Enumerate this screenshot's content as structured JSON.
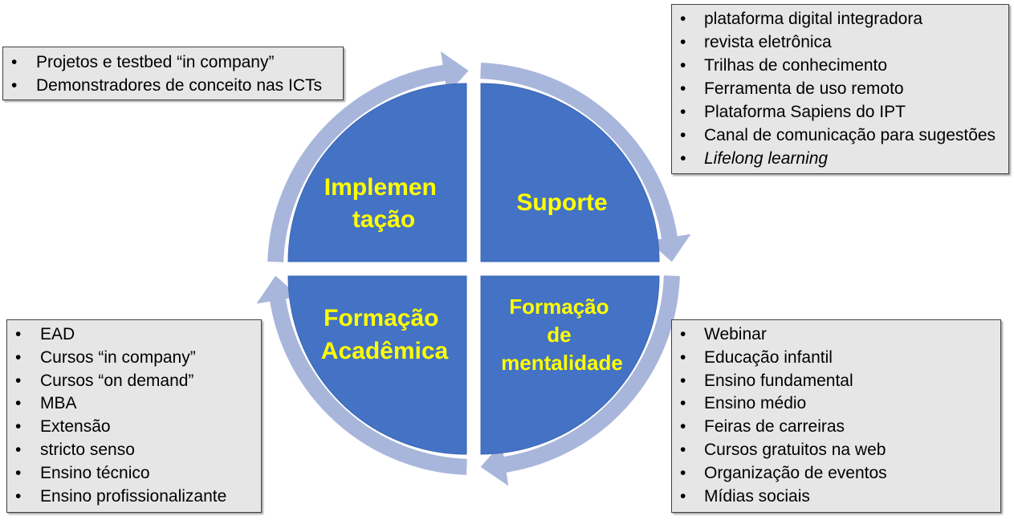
{
  "quadrants": {
    "top_left": [
      "Implemen",
      "tação"
    ],
    "top_right": [
      "Suporte"
    ],
    "bottom_right": [
      "Formação",
      "de",
      "mentalidade"
    ],
    "bottom_left": [
      "Formação",
      "Acadêmica"
    ]
  },
  "lists": {
    "top_left": [
      "Projetos e testbed “in company”",
      "Demonstradores de conceito nas ICTs"
    ],
    "top_right": [
      "plataforma digital integradora",
      "revista eletrônica",
      "Trilhas de conhecimento",
      "Ferramenta de uso remoto",
      "Plataforma Sapiens do IPT",
      "Canal de comunicação para sugestões",
      "Lifelong learning"
    ],
    "bottom_left": [
      "EAD",
      "Cursos “in company”",
      "Cursos “on demand”",
      "MBA",
      "Extensão",
      "stricto senso",
      "Ensino técnico",
      "Ensino profissionalizante"
    ],
    "bottom_right": [
      "Webinar",
      "Educação infantil",
      "Ensino fundamental",
      "Ensino médio",
      "Feiras de carreiras",
      "Cursos gratuitos na web",
      "Organização de eventos",
      "Mídias sociais"
    ]
  },
  "colors": {
    "quadrant_fill": "#4472C4",
    "quadrant_label": "#FFFF00",
    "cycle_arrows": "#A9B6DB",
    "box_fill": "#E7E6E6",
    "box_border": "#404040"
  }
}
